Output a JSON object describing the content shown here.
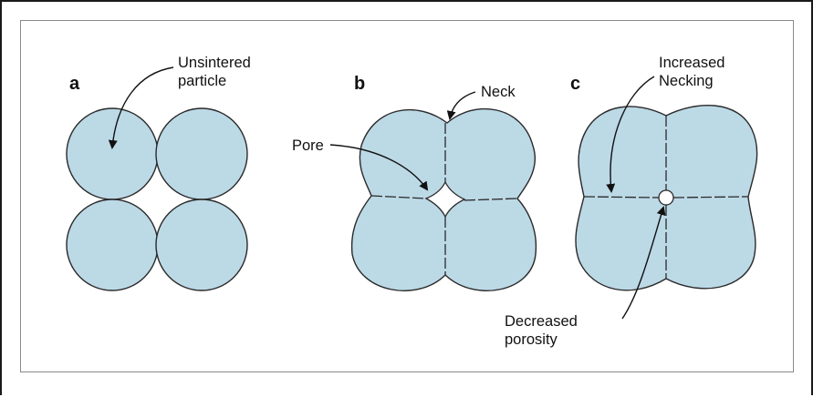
{
  "panels": {
    "a": {
      "letter": "a",
      "label_line1": "Unsintered",
      "label_line2": "particle"
    },
    "b": {
      "letter": "b",
      "neck_label": "Neck",
      "pore_label": "Pore"
    },
    "c": {
      "letter": "c",
      "necking_line1": "Increased",
      "necking_line2": "Necking",
      "porosity_line1": "Decreased",
      "porosity_line2": "porosity"
    }
  },
  "colors": {
    "particle_fill": "#bcd9e6",
    "outline": "#2a2a2a",
    "frame": "#1a1a1a"
  }
}
